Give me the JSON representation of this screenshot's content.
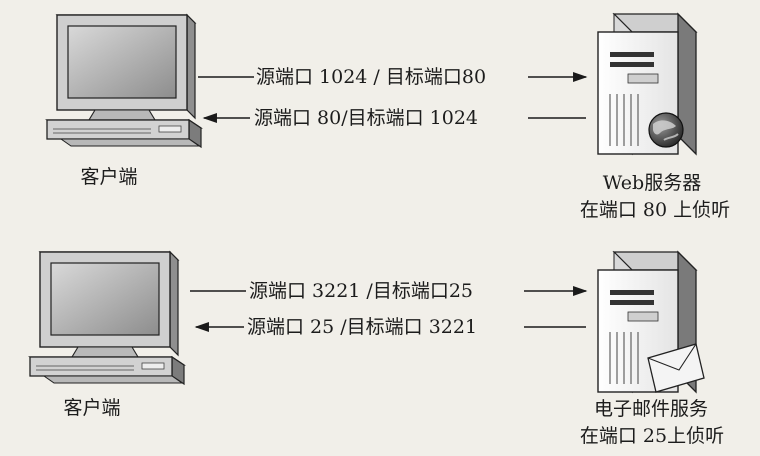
{
  "scenario_web": {
    "client_label": "客户端",
    "request_label": "源端口 1024 / 目标端口80",
    "response_label": "源端口  80/目标端口 1024",
    "server_name": "Web服务器",
    "server_listen": "在端口 80 上侦听"
  },
  "scenario_mail": {
    "client_label": "客户端",
    "request_label": "源端口  3221 /目标端口25",
    "response_label": "源端口 25 /目标端口  3221",
    "server_name": "电子邮件服务",
    "server_listen": "在端口  25上侦听"
  },
  "icons": {
    "client": "desktop-computer-icon",
    "web_server": "web-server-globe-icon",
    "mail_server": "mail-server-envelope-icon"
  }
}
